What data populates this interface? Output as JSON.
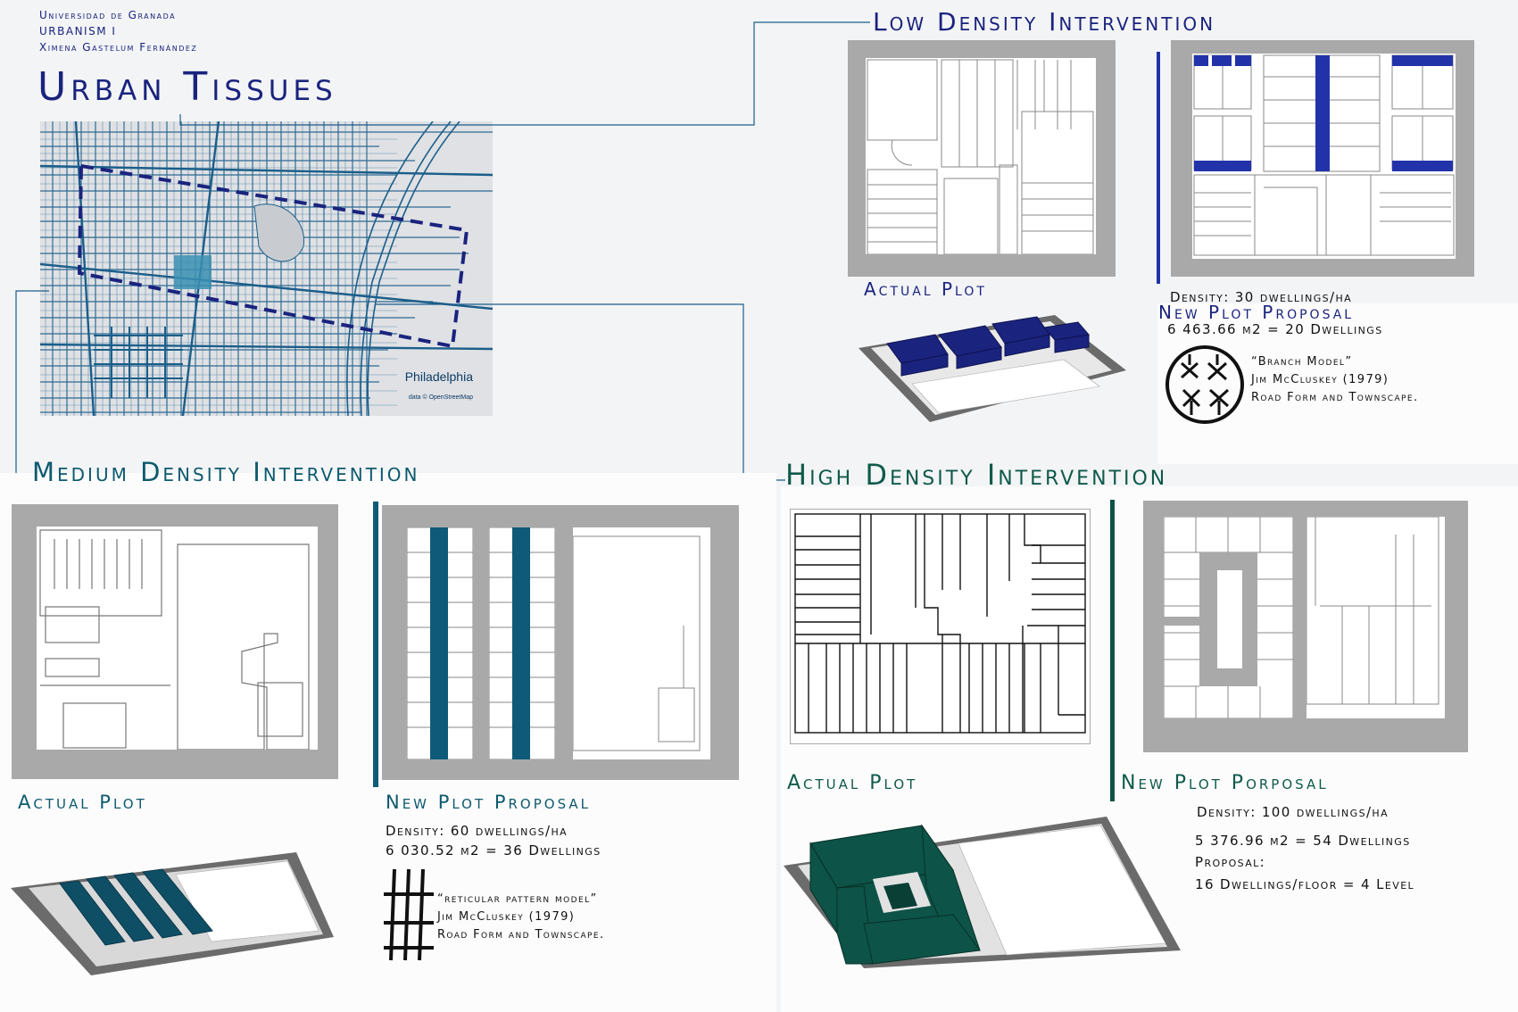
{
  "header": {
    "university": "Universidad de Granada",
    "course": "URBANISM I",
    "author": "Ximena Gastelum Fernández",
    "title": "Urban Tissues"
  },
  "map": {
    "city_label": "Philadelphia",
    "credit": "data © OpenStreetMap",
    "colors": {
      "streets": "#1b5e8a",
      "selection": "#1a237e",
      "block": "#3a8fb3"
    }
  },
  "low": {
    "title": "Low Density Intervention",
    "actual_label": "Actual Plot",
    "proposal_label": "New Plot Proposal",
    "density": "Density: 30 dwellings/ha",
    "area": "6 463.66 m2 = 20 Dwellings",
    "model_name": "“Branch Model”",
    "model_author": "Jim McCluskey (1979)",
    "model_book": "Road Form and Townscape.",
    "model_icon": "branch-model-icon",
    "accent": "#2233aa"
  },
  "medium": {
    "title": "Medium Density Intervention",
    "actual_label": "Actual Plot",
    "proposal_label": "New Plot Proposal",
    "density": "Density: 60 dwellings/ha",
    "area": "6 030.52 m2 = 36 Dwellings",
    "model_name": "“reticular pattern model”",
    "model_author": "Jim McCluskey (1979)",
    "model_book": "Road Form and Townscape.",
    "model_icon": "reticular-pattern-icon",
    "accent": "#0f5a78"
  },
  "high": {
    "title": "High Density Intervention",
    "actual_label": "Actual Plot",
    "proposal_label": "New Plot Porposal",
    "density": "Density: 100 dwellings/ha",
    "area": "5 376.96 m2 = 54 Dwellings",
    "proposal_heading": "Proposal:",
    "proposal_detail": "16 Dwellings/floor = 4 Level",
    "accent": "#0d5347"
  }
}
